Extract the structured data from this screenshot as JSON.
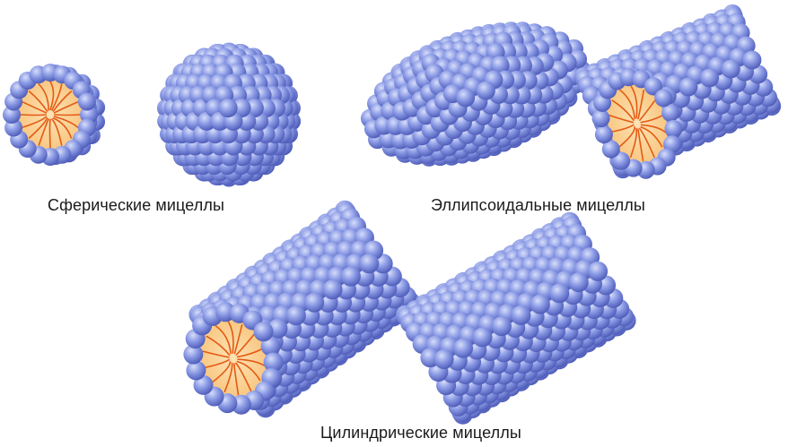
{
  "captions": {
    "spherical": "Сферические мицеллы",
    "ellipsoidal": "Эллипсоидальные мицеллы",
    "cylindrical": "Цилиндрические мицеллы"
  },
  "colors": {
    "sphere_light": "#c9d2f6",
    "sphere_mid": "#7d8ddf",
    "sphere_dark": "#4856b4",
    "core_fill": "#fbd69c",
    "tail_stroke": "#e45a14"
  }
}
